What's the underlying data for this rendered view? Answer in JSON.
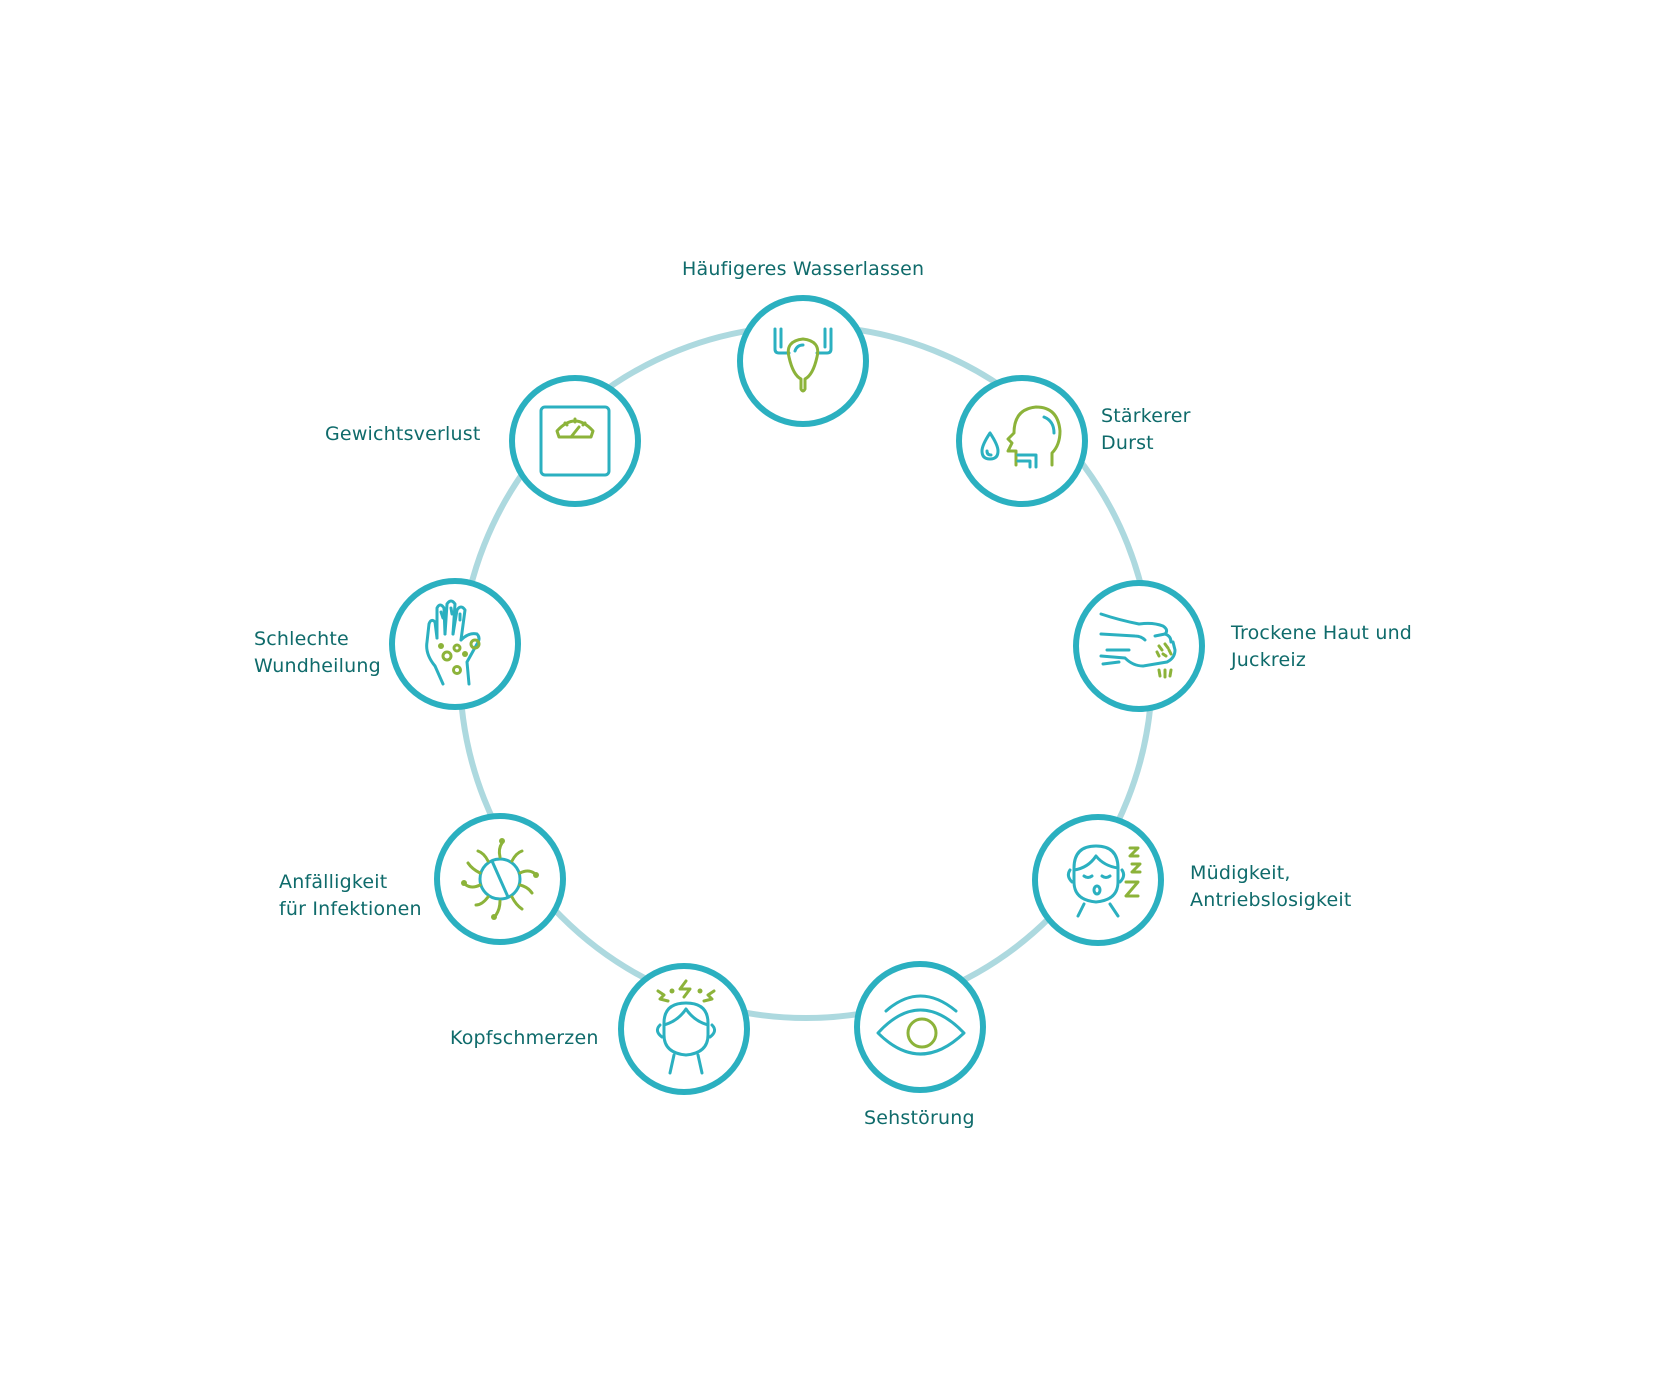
{
  "colors": {
    "ring": "#add9df",
    "circle_border": "#2bb0c0",
    "icon_primary": "#2bb0c0",
    "icon_accent": "#8cb33a",
    "label_text": "#0f6b6b"
  },
  "symptoms": [
    {
      "id": "urination",
      "icon": "bladder-icon",
      "lines": [
        "Häufigeres Wasserlassen"
      ]
    },
    {
      "id": "thirst",
      "icon": "head-drop-icon",
      "lines": [
        "Stärkerer",
        "Durst"
      ]
    },
    {
      "id": "dry-skin",
      "icon": "scratching-hands-icon",
      "lines": [
        "Trockene Haut und",
        "Juckreiz"
      ]
    },
    {
      "id": "fatigue",
      "icon": "sleeping-face-icon",
      "lines": [
        "Müdigkeit,",
        "Antriebslosigkeit"
      ]
    },
    {
      "id": "vision",
      "icon": "eye-icon",
      "lines": [
        "Sehstörung"
      ]
    },
    {
      "id": "headache",
      "icon": "headache-icon",
      "lines": [
        "Kopfschmerzen"
      ]
    },
    {
      "id": "infections",
      "icon": "bacteria-icon",
      "lines": [
        "Anfälligkeit",
        "für Infektionen"
      ]
    },
    {
      "id": "wound-healing",
      "icon": "hand-spots-icon",
      "lines": [
        "Schlechte",
        "Wundheilung"
      ]
    },
    {
      "id": "weight-loss",
      "icon": "scale-icon",
      "lines": [
        "Gewichtsverlust"
      ]
    }
  ]
}
